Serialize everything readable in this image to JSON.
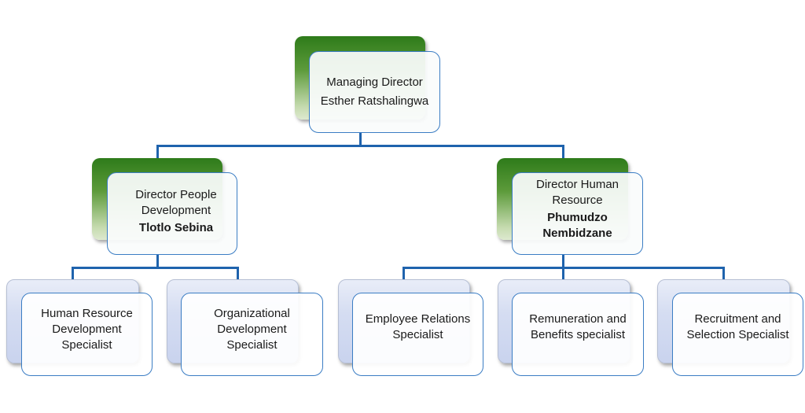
{
  "chart_data": {
    "type": "org-chart",
    "nodes": [
      {
        "id": "md",
        "title": "Managing Director",
        "name": "Esther Ratshalingwa",
        "parent": null
      },
      {
        "id": "dpd",
        "title": "Director People Development",
        "name": "Tlotlo Sebina",
        "parent": "md"
      },
      {
        "id": "dhr",
        "title": "Director Human Resource",
        "name": "Phumudzo Nembidzane",
        "parent": "md"
      },
      {
        "id": "hrds",
        "title": "Human Resource Development Specialist",
        "name": "",
        "parent": "dpd"
      },
      {
        "id": "ods",
        "title": "Organizational Development Specialist",
        "name": "",
        "parent": "dpd"
      },
      {
        "id": "ers",
        "title": "Employee Relations Specialist",
        "name": "",
        "parent": "dhr"
      },
      {
        "id": "rbs",
        "title": "Remuneration and Benefits specialist",
        "name": "",
        "parent": "dhr"
      },
      {
        "id": "rss",
        "title": "Recruitment and Selection Specialist",
        "name": "",
        "parent": "dhr"
      }
    ]
  },
  "md": {
    "title": "Managing Director",
    "name": "Esther Ratshalingwa"
  },
  "directors": [
    {
      "title": "Director People Development",
      "name": "Tlotlo Sebina"
    },
    {
      "title": "Director Human Resource",
      "name": "Phumudzo Nembidzane"
    }
  ],
  "specialists": [
    {
      "title": "Human Resource Development Specialist"
    },
    {
      "title": "Organizational Development Specialist"
    },
    {
      "title": "Employee Relations Specialist"
    },
    {
      "title": "Remuneration and Benefits specialist"
    },
    {
      "title": "Recruitment and Selection Specialist"
    }
  ],
  "colors": {
    "connector": "#1f63ad",
    "director_accent": "#2e7b1a",
    "specialist_accent": "#d5ddf2",
    "box_border": "#3b7dc4"
  }
}
